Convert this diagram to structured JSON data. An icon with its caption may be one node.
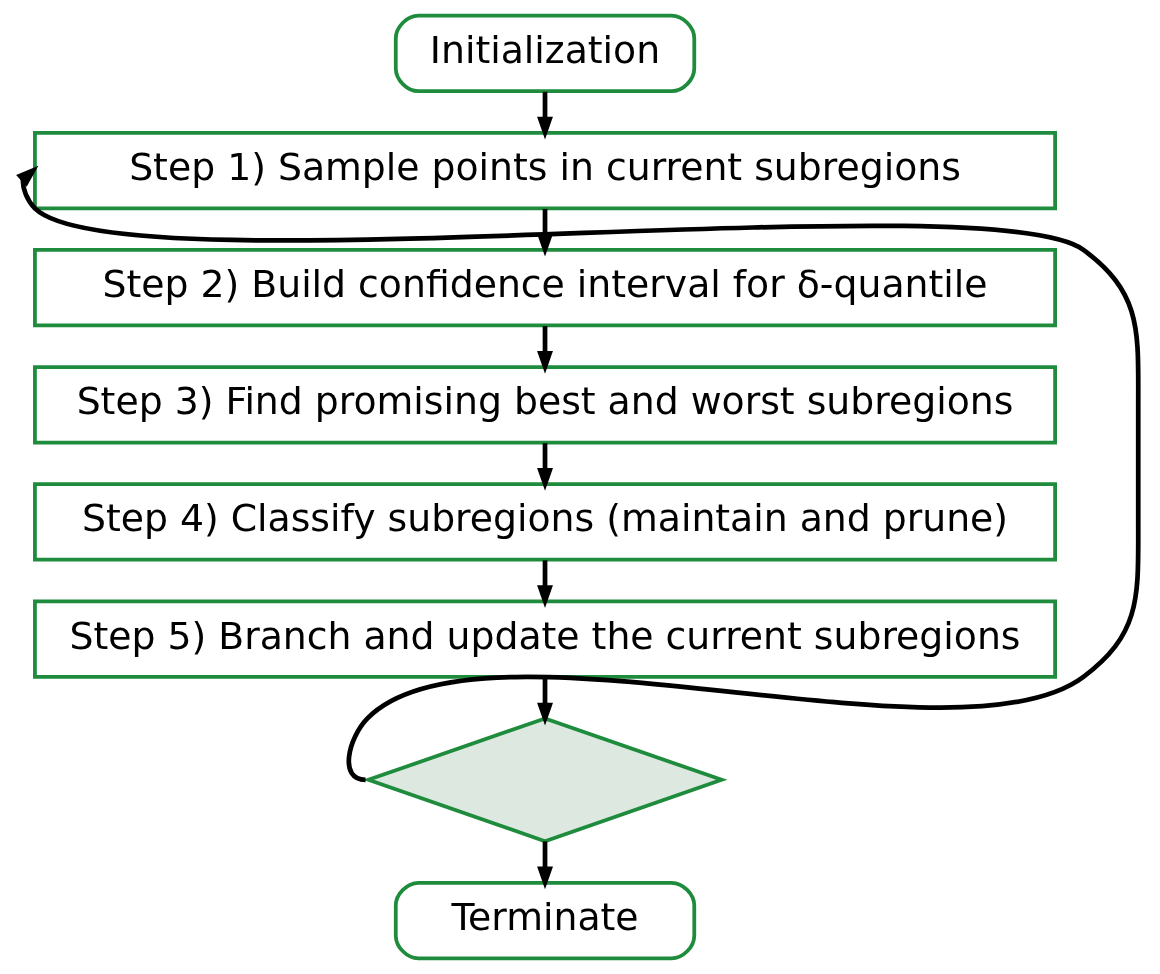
{
  "diagram": {
    "nodes": [
      {
        "text": [
          "Initialization"
        ]
      },
      {
        "text": [
          "Step 1) Sample points in current subregions"
        ]
      },
      {
        "text": [
          "Step 2) Build confidence interval for δ-quantile"
        ]
      },
      {
        "text": [
          "Step 3) Find promising best and worst subregions"
        ]
      },
      {
        "text": [
          "Step 4) Classify subregions (maintain and prune)"
        ]
      },
      {
        "text": [
          "Step 5) Branch and update the current subregions"
        ]
      },
      {
        "text": [],
        "shape": "diamond"
      },
      {
        "text": [
          "Terminate"
        ]
      }
    ],
    "edges": [
      {
        "from": 0,
        "to": 1,
        "arrow": "to"
      },
      {
        "from": 1,
        "to": 2,
        "arrow": "to"
      },
      {
        "from": 2,
        "to": 3,
        "arrow": "to"
      },
      {
        "from": 3,
        "to": 4,
        "arrow": "to"
      },
      {
        "from": 4,
        "to": 5,
        "arrow": "to"
      },
      {
        "from": 5,
        "to": 6,
        "arrow": "to"
      },
      {
        "from": 6,
        "to": 1,
        "arrow": "to"
      },
      {
        "from": 6,
        "to": 7,
        "arrow": "to"
      }
    ]
  }
}
